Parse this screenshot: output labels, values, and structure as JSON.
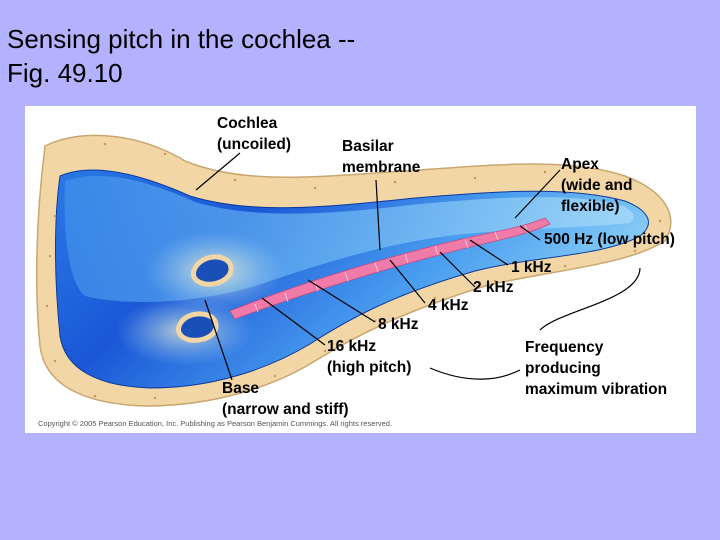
{
  "slide": {
    "title": "Sensing pitch in the cochlea --\nFig. 49.10"
  },
  "figure": {
    "copyright": "Copyright © 2005 Pearson Education, Inc. Publishing as Pearson Benjamin Cummings. All rights reserved.",
    "labels": {
      "cochlea": "Cochlea\n(uncoiled)",
      "basilar": "Basilar\nmembrane",
      "apex": "Apex\n(wide and\nflexible)",
      "hz500": "500 Hz (low pitch)",
      "khz1": "1 kHz",
      "khz2": "2 kHz",
      "khz4": "4 kHz",
      "khz8": "8 kHz",
      "khz16": "16 kHz\n(high pitch)",
      "base": "Base\n(narrow and stiff)",
      "frequency": "Frequency\nproducing\nmaximum vibration"
    },
    "colors": {
      "background": "#b2b2ff",
      "panel": "#ffffff",
      "tissue": "#f2d6a6",
      "fluid_dark": "#1a57d6",
      "fluid_light": "#7ec8f5",
      "membrane": "#f07aa8"
    }
  }
}
